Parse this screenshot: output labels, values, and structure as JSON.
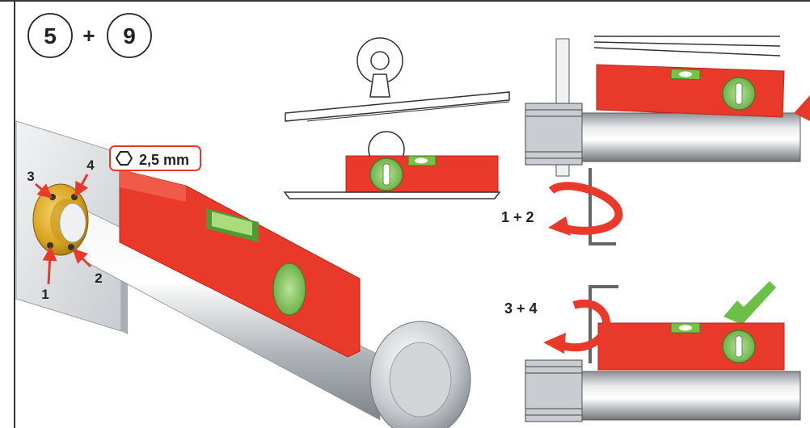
{
  "header": {
    "step_a": "5",
    "plus": "+",
    "step_b": "9"
  },
  "tool": {
    "icon": "hex-key-icon",
    "size_label": "2,5 mm"
  },
  "screw_labels": [
    "1",
    "2",
    "3",
    "4"
  ],
  "step_labels": {
    "loosen": "1 + 2",
    "tighten": "3 + 4"
  },
  "colors": {
    "level_red": "#e8392b",
    "arrow_red": "#e8392b",
    "bubble_green": "#7ac143",
    "check_green": "#6cc04a",
    "collar_gold": "#d9a521",
    "steel": "#b9bdc2",
    "tag_border": "#e8392b"
  }
}
